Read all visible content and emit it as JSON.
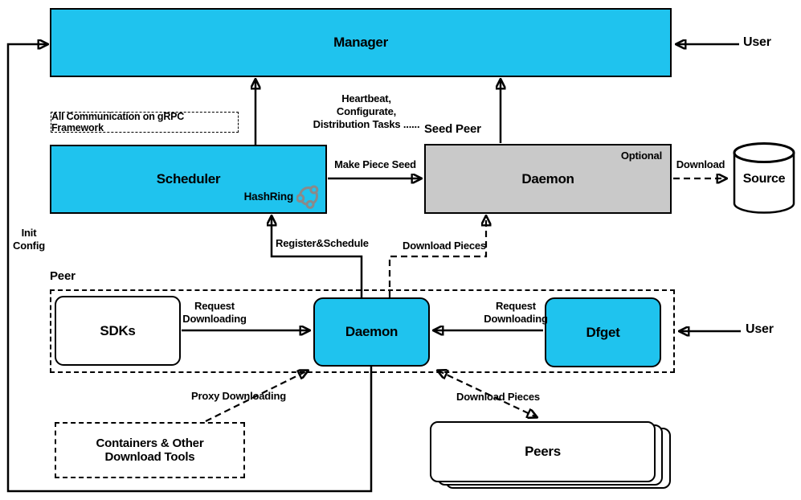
{
  "note": {
    "grpc": "All Communication on gRPC Framework"
  },
  "nodes": {
    "manager": "Manager",
    "scheduler": "Scheduler",
    "hashring": "HashRing",
    "seed_peer_group": "Seed Peer",
    "seed_daemon": "Daemon",
    "optional": "Optional",
    "source": "Source",
    "peer_group": "Peer",
    "sdks": "SDKs",
    "peer_daemon": "Daemon",
    "dfget": "Dfget",
    "containers": "Containers & Other\nDownload Tools",
    "peers": "Peers",
    "user_top": "User",
    "user_right": "User"
  },
  "edges": {
    "heartbeat": "Heartbeat, Configurate,\nDistribution Tasks ......",
    "make_piece_seed": "Make Piece Seed",
    "download_source": "Download",
    "init_config": "Init\nConfig",
    "register_schedule": "Register&Schedule",
    "download_pieces_seed": "Download Pieces",
    "request_downloading_sdk": "Request Downloading",
    "request_downloading_dfget": "Request Downloading",
    "proxy_downloading": "Proxy Downloading",
    "download_pieces_peers": "Download Pieces"
  },
  "colors": {
    "accent": "#1fc3ee",
    "gray": "#c9c9c9"
  }
}
